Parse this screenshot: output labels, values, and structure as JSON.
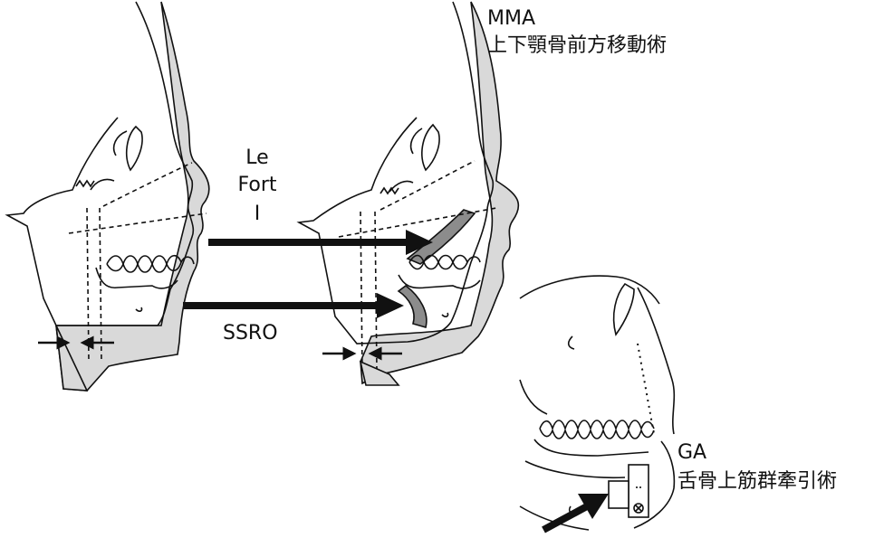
{
  "labels": {
    "mma_title": "MMA",
    "mma_subtitle": "上下顎骨前方移動術",
    "lefort_1": "Le",
    "lefort_2": "Fort",
    "lefort_3": "Ⅰ",
    "ssro": "SSRO",
    "ga_title": "GA",
    "ga_subtitle": "舌骨上筋群牽引術"
  },
  "colors": {
    "soft_tissue": "#d9d9d9",
    "bone_segment": "#8c8c8c",
    "line": "#111111"
  }
}
